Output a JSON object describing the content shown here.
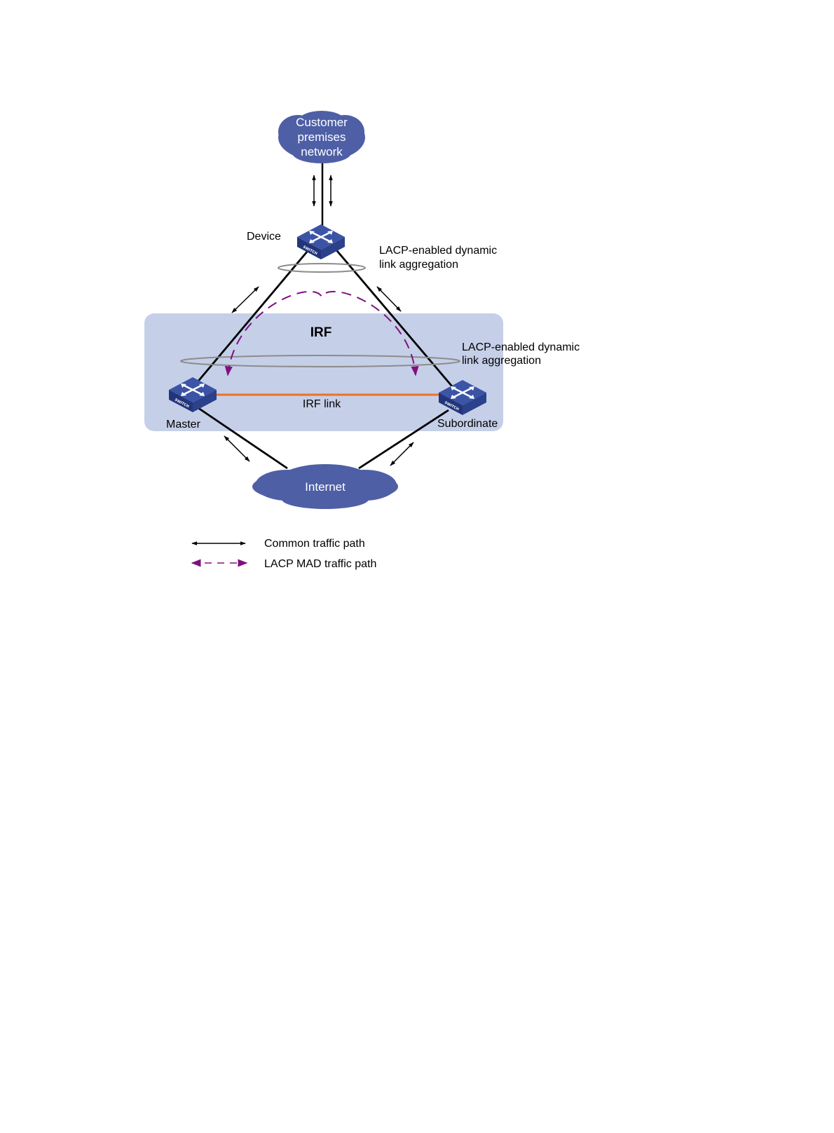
{
  "diagram": {
    "clouds": {
      "customer": {
        "line1": "Customer",
        "line2": "premises",
        "line3": "network"
      },
      "internet": {
        "label": "Internet"
      }
    },
    "devices": {
      "device": {
        "label": "Device",
        "badge": "SWITCH"
      },
      "master": {
        "label": "Master",
        "badge": "SWITCH"
      },
      "subordinate": {
        "label": "Subordinate",
        "badge": "SWITCH"
      }
    },
    "irf": {
      "title": "IRF",
      "link_label": "IRF link"
    },
    "aggregation_top": {
      "line1": "LACP-enabled dynamic",
      "line2": "link aggregation"
    },
    "aggregation_irf": {
      "line1": "LACP-enabled dynamic",
      "line2": "link aggregation"
    },
    "legend": {
      "common": "Common traffic path",
      "lacp_mad": "LACP MAD traffic path"
    },
    "colors": {
      "cloud": "#4e5fa6",
      "switch_top": "#3c54a6",
      "irf_region": "#c5cfe8",
      "irf_link": "#f07020",
      "lacp_mad": "#80107e",
      "links": "#000000",
      "ellipse": "#8c8c8c"
    }
  }
}
